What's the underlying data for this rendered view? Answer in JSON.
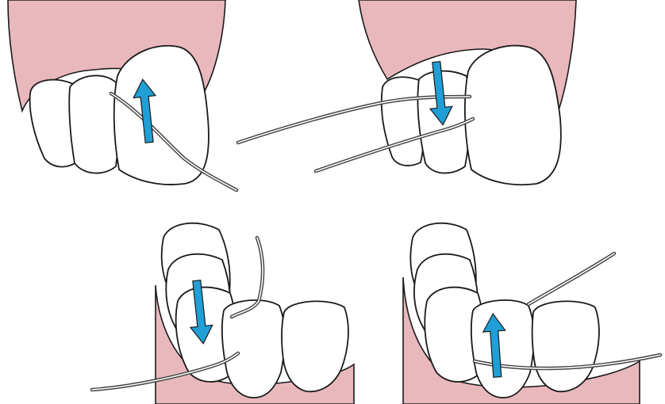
{
  "colors": {
    "gum": "#e9b8bd",
    "tooth": "#ffffff",
    "outline": "#1a1a1a",
    "arrow": "#1f9fd6",
    "floss": "#444444",
    "floss_highlight": "#ffffff"
  },
  "panels": [
    {
      "id": "upper-front-teeth",
      "arrow_direction": "up"
    },
    {
      "id": "upper-back-teeth",
      "arrow_direction": "down"
    },
    {
      "id": "lower-left-teeth",
      "arrow_direction": "down"
    },
    {
      "id": "lower-right-teeth",
      "arrow_direction": "up"
    }
  ]
}
